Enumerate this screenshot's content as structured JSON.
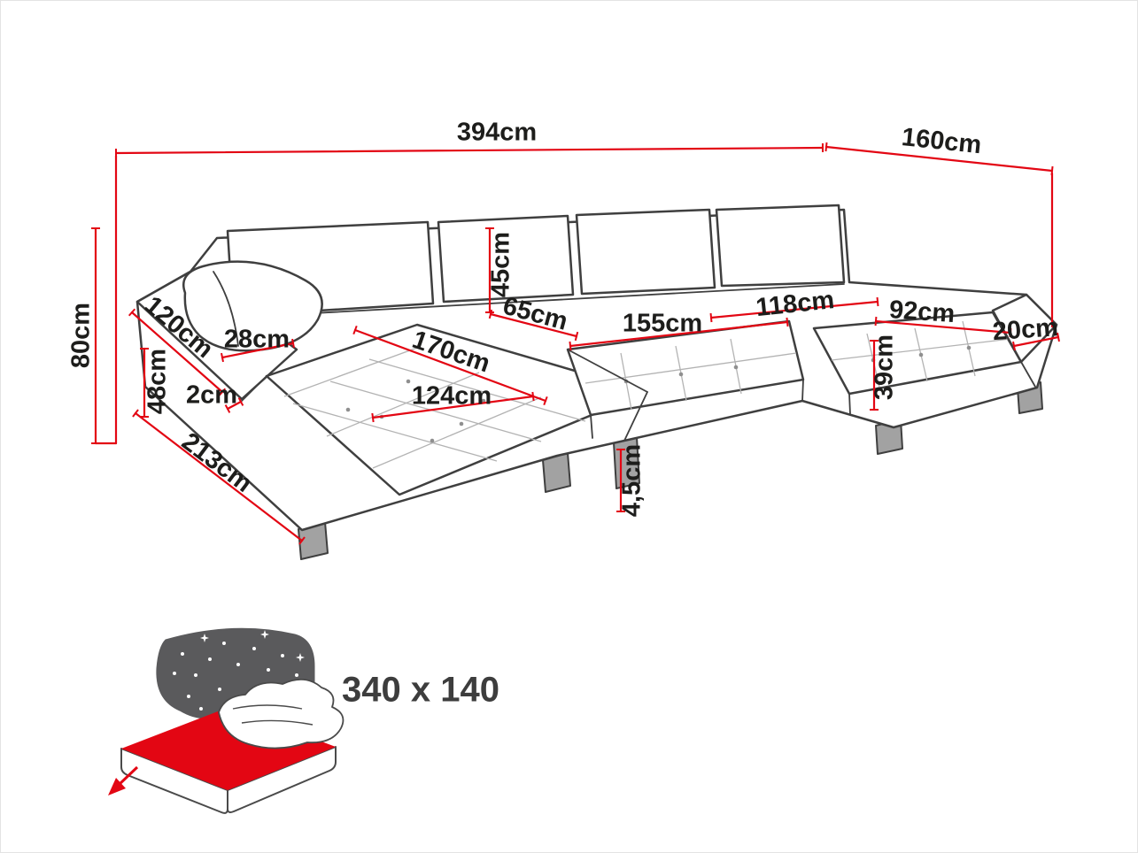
{
  "diagram": {
    "type": "corner-sofa-dimension-diagram",
    "colors": {
      "dimension_line": "#e30613",
      "outline": "#3f3f3f",
      "label_text": "#1d1d1b"
    },
    "labels": {
      "overall_width": "394cm",
      "overall_depth": "160cm",
      "overall_height": "80cm",
      "left_arm_length": "120cm",
      "left_arm_width": "28cm",
      "left_seat_height": "48cm",
      "seam_gap": "2cm",
      "left_chaise_length": "213cm",
      "left_chaise_depth": "170cm",
      "left_chaise_width": "124cm",
      "backrest_height": "45cm",
      "seat_depth": "65cm",
      "middle_seat_width": "155cm",
      "right_section_width": "118cm",
      "right_chaise_length": "92cm",
      "right_arm_width": "20cm",
      "right_seat_height": "39cm",
      "leg_height": "4,5cm"
    },
    "sleeping_area": {
      "label": "340 x 140"
    }
  }
}
